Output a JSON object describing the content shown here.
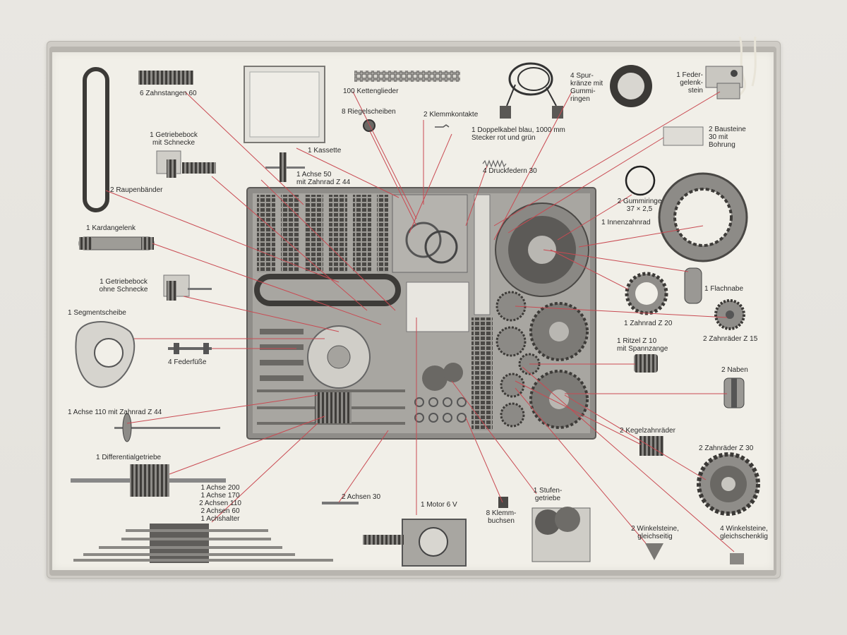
{
  "colors": {
    "card": "#f1efe8",
    "pointer_line": "#c94a52",
    "metal": "#9a9894",
    "dark_metal": "#4d4b48",
    "frame": "#cfccc6"
  },
  "labels": {
    "zahnstangen": "6 Zahnstangen 60",
    "kassette": "1 Kassette",
    "kettenglieder": "100 Kettenglieder",
    "riegelscheiben": "8 Riegelscheiben",
    "klemmkontakte": "2 Klemmkontakte",
    "doppelkabel": "1 Doppelkabel blau, 1000 mm\nStecker rot und grün",
    "spurkraenze": "4 Spur-\nkränze mit\nGummi-\nringen",
    "federgelenkstein": "1 Feder-\ngelenk-\nstein",
    "bausteine": "2 Bausteine\n30 mit\nBohrung",
    "getriebebock_schnecke": "1 Getriebebock\nmit Schnecke",
    "achse50": "1 Achse 50\nmit Zahnrad Z 44",
    "druckfedern": "4 Druckfedern 30",
    "raupenbaender": "2 Raupenbänder",
    "gummiringe": "2 Gummiringe\n37 × 2,5",
    "innenzahnrad": "1 Innenzahnrad",
    "kardangelenk": "1 Kardangelenk",
    "getriebebock_ohne": "1 Getriebebock\nohne Schnecke",
    "flachnabe": "1 Flachnabe",
    "segmentscheibe": "1 Segmentscheibe",
    "zahnrad_z20": "1 Zahnrad Z 20",
    "zahnraeder_z15": "2 Zahnräder Z 15",
    "federfuesse": "4 Federfüße",
    "ritzel": "1 Ritzel Z 10\nmit Spannzange",
    "naben": "2 Naben",
    "achse110": "1 Achse 110 mit Zahnrad Z 44",
    "differential": "1 Differentialgetriebe",
    "kegelzahnraeder": "2 Kegelzahnräder",
    "zahnraeder_z30": "2 Zahnräder Z 30",
    "achsen_list": "1 Achse 200\n1 Achse 170\n2 Achsen 110\n2 Achsen 60\n1 Achshalter",
    "achsen30": "2 Achsen 30",
    "motor": "1 Motor 6 V",
    "klemmbuchsen": "8 Klemm-\nbuchsen",
    "stufengetriebe": "1 Stufen-\ngetriebe",
    "winkelsteine_seitig": "2 Winkelsteine,\ngleichseitig",
    "winkelsteine_schenklig": "4 Winkelsteine,\ngleichschenklig"
  }
}
